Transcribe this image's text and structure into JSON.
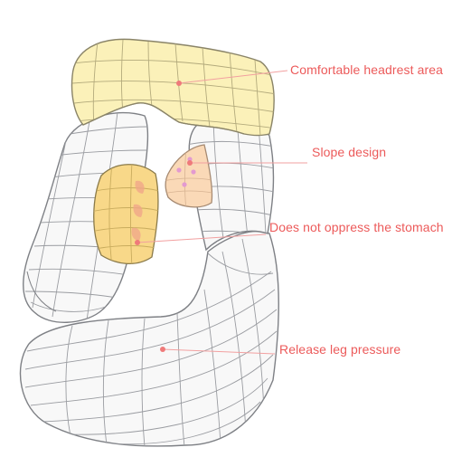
{
  "colors": {
    "label_text": "#ec5a5a",
    "leader_line": "#f2a0a0",
    "leader_dot": "#ef7a7a",
    "pillow_outline": "#7e8085",
    "pillow_fill": "#f8f8f8",
    "headrest_fill": "#fbf1b9",
    "slope_fill": "#fad9b7",
    "side_cushion_fill": "#f8d889",
    "accent_dots": "#e39ad0"
  },
  "callouts": [
    {
      "id": "headrest",
      "label": "Comfortable headrest area"
    },
    {
      "id": "slope",
      "label": "Slope design"
    },
    {
      "id": "stomach",
      "label": "Does not oppress the stomach"
    },
    {
      "id": "leg",
      "label": "Release leg pressure"
    }
  ],
  "icons": [
    "u-shaped-pregnancy-pillow-illustration"
  ]
}
